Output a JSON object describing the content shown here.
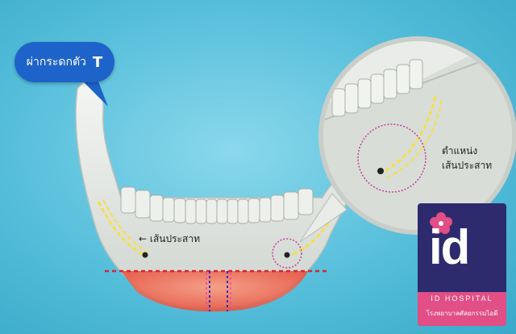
{
  "callout": {
    "text": "ผ่ากระดกตัว",
    "letter": "T"
  },
  "labels": {
    "nerve_arrow": "← เส้นประสาท",
    "zoom_line1": "ตำแหน่ง",
    "zoom_line2": "เส้นประสาท"
  },
  "logo": {
    "mark": "id",
    "name": "ID HOSPITAL",
    "subtitle": "โรงพยาบาลศัลยกรรมไอดี"
  },
  "colors": {
    "background": "#52bcd9",
    "bubble": "#1d63c9",
    "cut_line": "#d8242f",
    "chin_zone": "#f07a6a",
    "nerve_path": "#f5e04a",
    "marker_circle": "#c2409a",
    "logo_bg": "#2e2a6e",
    "logo_band": "#e24e86"
  }
}
